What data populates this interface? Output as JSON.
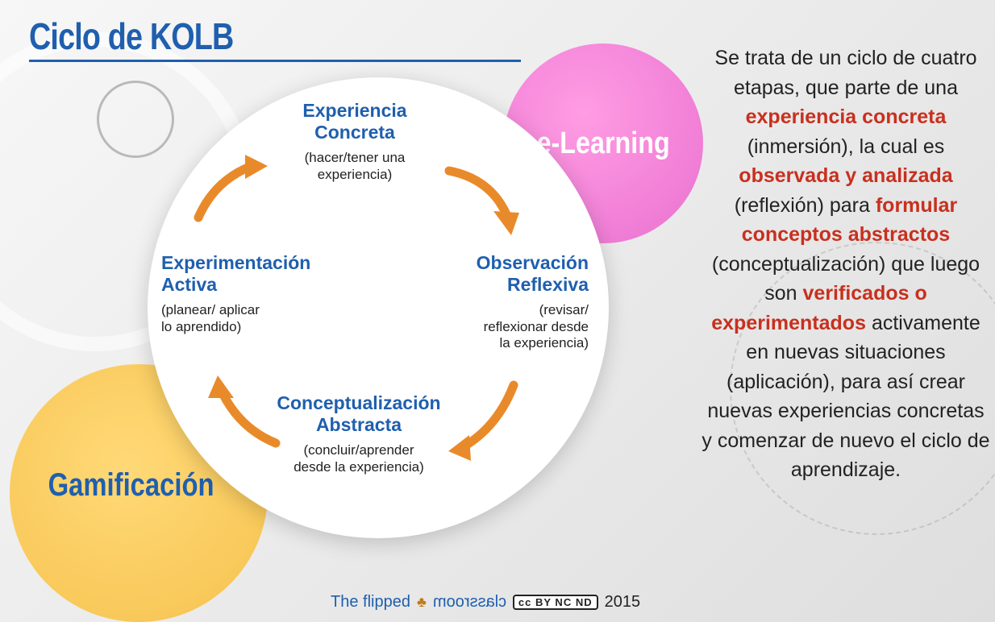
{
  "title": "Ciclo de KOLB",
  "bubbles": {
    "top_right": "e-Learning",
    "bottom_left": "Gamificación"
  },
  "stages": {
    "top": {
      "heading1": "Experiencia",
      "heading2": "Concreta",
      "desc1": "(hacer/tener una",
      "desc2": "experiencia)"
    },
    "right": {
      "heading1": "Observación",
      "heading2": "Reflexiva",
      "desc1": "(revisar/",
      "desc2": "reflexionar desde",
      "desc3": "la experiencia)"
    },
    "bottom": {
      "heading1": "Conceptualización",
      "heading2": "Abstracta",
      "desc1": "(concluir/aprender",
      "desc2": "desde la experiencia)"
    },
    "left": {
      "heading1": "Experimentación",
      "heading2": "Activa",
      "desc1": "(planear/ aplicar",
      "desc2": "lo aprendido)"
    }
  },
  "description": {
    "s1": "Se trata de un ciclo de cuatro etapas, que parte de una",
    "h1": "experiencia concreta",
    "s2": "(inmersión), la cual es",
    "h2": "observada y analizada",
    "s3": "(reflexión) para",
    "h3": "formular conceptos abstractos",
    "s4": "(conceptualización) que luego son",
    "h4": "verificados o experimentados",
    "s5": "activamente en nuevas situaciones (aplicación), para así crear nuevas experiencias concretas y comenzar de nuevo el ciclo de aprendizaje."
  },
  "footer": {
    "brand1": "The flipped",
    "brand2": "classroom",
    "license": "cc BY NC ND",
    "year": "2015"
  },
  "colors": {
    "accent_blue": "#1f5fae",
    "highlight_red": "#c8301e",
    "arrow_orange": "#e98a2a",
    "pink": "#f07ed6",
    "yellow": "#f9c95b"
  },
  "icons": {
    "arrows": "curved-arrow-icon",
    "footer_logo": "tree-icon",
    "license": "creative-commons-icon"
  }
}
